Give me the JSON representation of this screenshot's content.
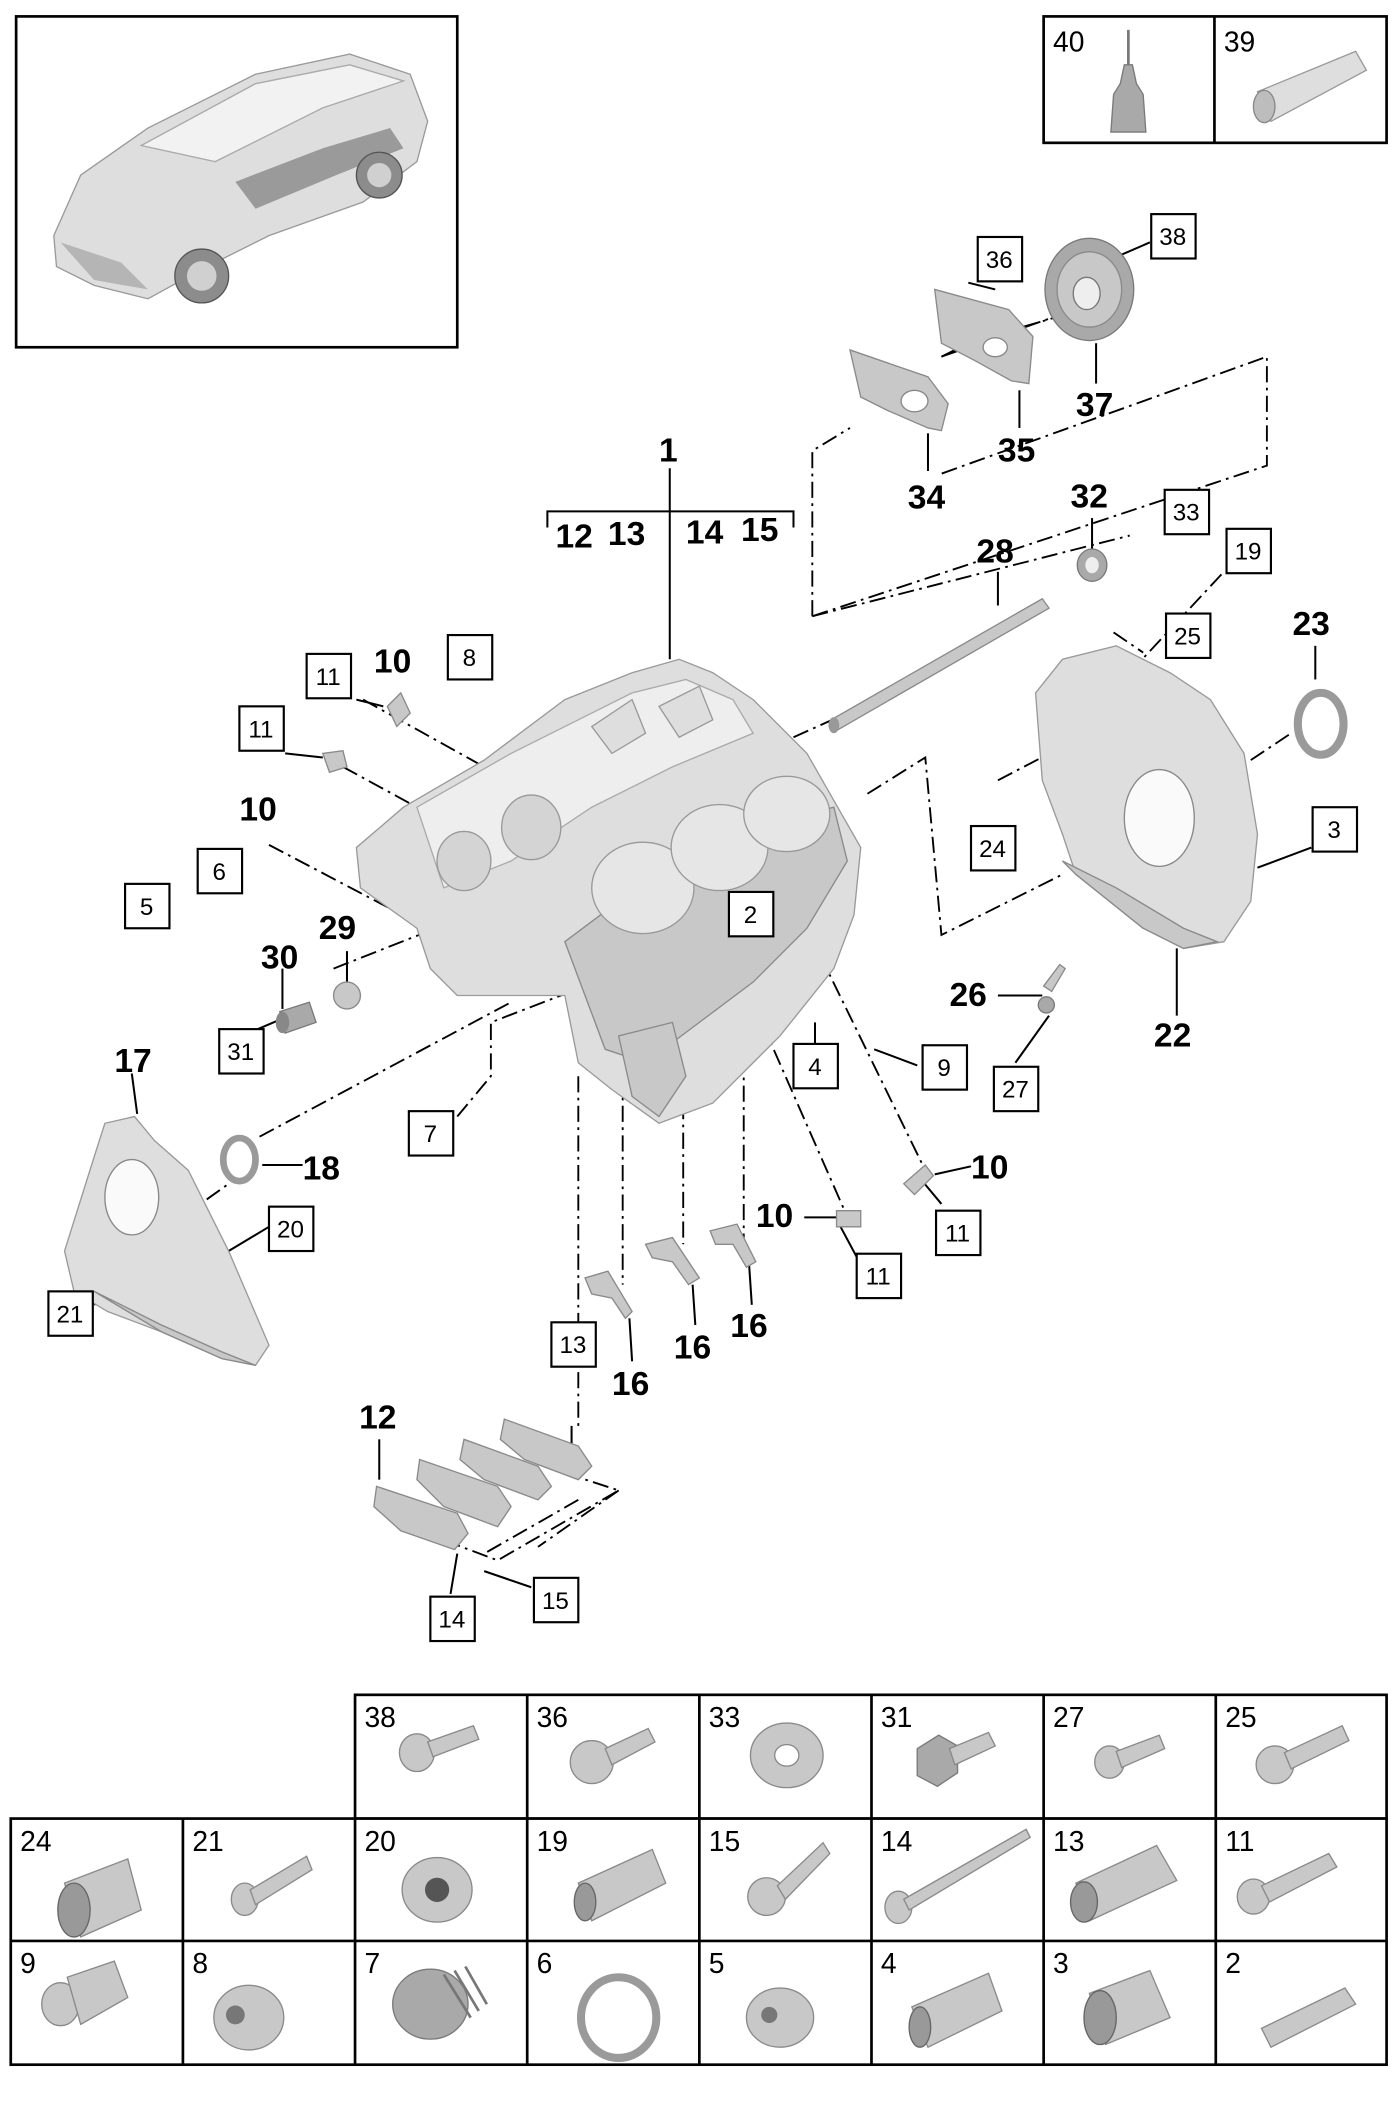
{
  "assembly": {
    "main_label": "1",
    "sub_labels": [
      "12",
      "13",
      "14",
      "15"
    ]
  },
  "callouts": {
    "c2": "2",
    "c3": "3",
    "c4": "4",
    "c5": "5",
    "c6": "6",
    "c7": "7",
    "c8": "8",
    "c9": "9",
    "c10a": "10",
    "c10b": "10",
    "c10c": "10",
    "c10d": "10",
    "c11a": "11",
    "c11b": "11",
    "c11c": "11",
    "c11d": "11",
    "c12": "12",
    "c13": "13",
    "c14": "14",
    "c15": "15",
    "c16a": "16",
    "c16b": "16",
    "c16c": "16",
    "c17": "17",
    "c18": "18",
    "c19": "19",
    "c20": "20",
    "c21": "21",
    "c22": "22",
    "c23": "23",
    "c24": "24",
    "c25": "25",
    "c26": "26",
    "c27": "27",
    "c28": "28",
    "c29": "29",
    "c30": "30",
    "c31": "31",
    "c32": "32",
    "c33": "33",
    "c34": "34",
    "c35": "35",
    "c36": "36",
    "c37": "37",
    "c38": "38"
  },
  "consumables": [
    "40",
    "39"
  ],
  "parts_table": {
    "row1": [
      "38",
      "36",
      "33",
      "31",
      "27",
      "25"
    ],
    "row2": [
      "24",
      "21",
      "20",
      "19",
      "15",
      "14",
      "13",
      "11"
    ],
    "row3": [
      "9",
      "8",
      "7",
      "6",
      "5",
      "4",
      "3",
      "2"
    ]
  }
}
